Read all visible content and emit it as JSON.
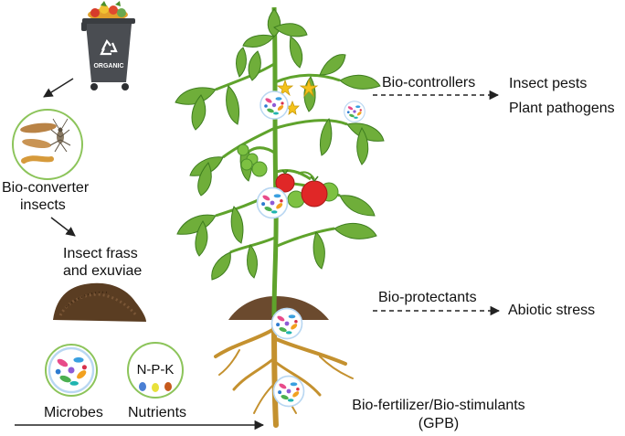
{
  "labels": {
    "bin_text": "ORGANIC",
    "bioconverter_line1": "Bio-converter",
    "bioconverter_line2": "insects",
    "frass_line1": "Insect frass",
    "frass_line2": "and exuviae",
    "npk": "N-P-K",
    "microbes": "Microbes",
    "nutrients": "Nutrients",
    "biocontrollers": "Bio-controllers",
    "insect_pests": "Insect pests",
    "plant_pathogens": "Plant pathogens",
    "bioprotectants": "Bio-protectants",
    "abiotic_stress": "Abiotic stress",
    "biofertilizer_line1": "Bio-fertilizer/Bio-stimulants",
    "biofertilizer_line2": "(GPB)"
  },
  "colors": {
    "bin": "#4a4d52",
    "stem": "#5fa32c",
    "leaf": "#6fae3a",
    "leaf_dark": "#3e7d1f",
    "tomato_red": "#e02727",
    "tomato_green": "#7dc142",
    "flower": "#f4c21b",
    "soil": "#6b4a2e",
    "root": "#c4912f",
    "circle_border": "#8cc45a",
    "arrow": "#222222"
  },
  "icons": [
    "recycle-icon",
    "trash-bin-icon",
    "insect-icon",
    "microbe-icon",
    "tomato-icon",
    "flower-icon"
  ]
}
